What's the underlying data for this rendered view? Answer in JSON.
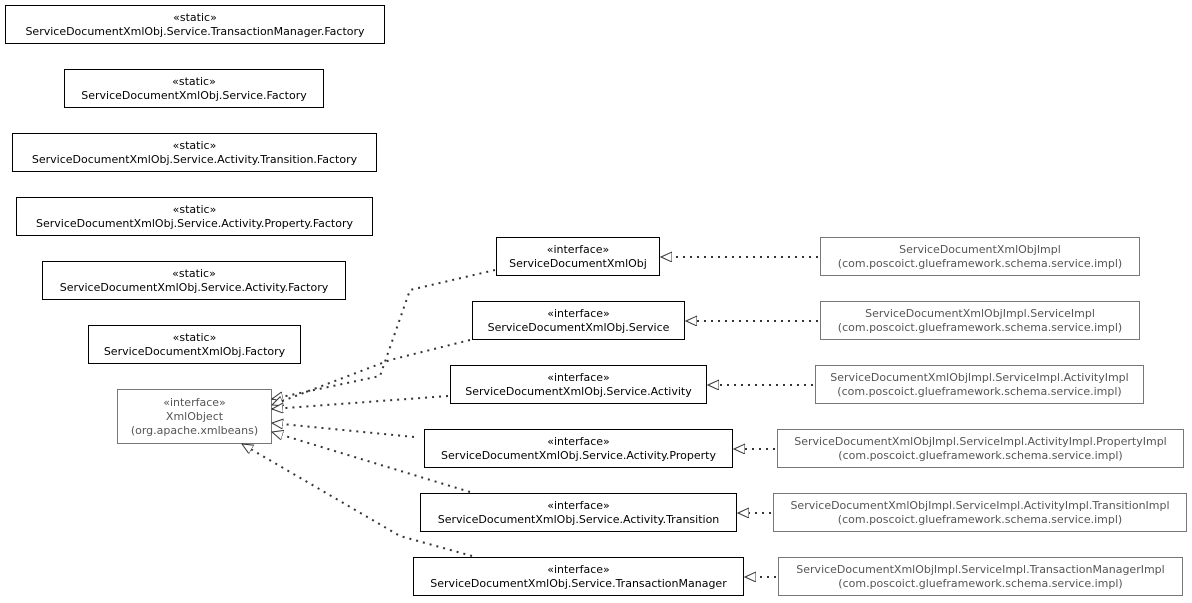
{
  "static_classes": [
    {
      "stereotype": "«static»",
      "name": "ServiceDocumentXmlObj.Service.TransactionManager.Factory"
    },
    {
      "stereotype": "«static»",
      "name": "ServiceDocumentXmlObj.Service.Factory"
    },
    {
      "stereotype": "«static»",
      "name": "ServiceDocumentXmlObj.Service.Activity.Transition.Factory"
    },
    {
      "stereotype": "«static»",
      "name": "ServiceDocumentXmlObj.Service.Activity.Property.Factory"
    },
    {
      "stereotype": "«static»",
      "name": "ServiceDocumentXmlObj.Service.Activity.Factory"
    },
    {
      "stereotype": "«static»",
      "name": "ServiceDocumentXmlObj.Factory"
    }
  ],
  "xmlobject": {
    "stereotype": "«interface»",
    "name": "XmlObject",
    "package": "(org.apache.xmlbeans)"
  },
  "interfaces": [
    {
      "stereotype": "«interface»",
      "name": "ServiceDocumentXmlObj"
    },
    {
      "stereotype": "«interface»",
      "name": "ServiceDocumentXmlObj.Service"
    },
    {
      "stereotype": "«interface»",
      "name": "ServiceDocumentXmlObj.Service.Activity"
    },
    {
      "stereotype": "«interface»",
      "name": "ServiceDocumentXmlObj.Service.Activity.Property"
    },
    {
      "stereotype": "«interface»",
      "name": "ServiceDocumentXmlObj.Service.Activity.Transition"
    },
    {
      "stereotype": "«interface»",
      "name": "ServiceDocumentXmlObj.Service.TransactionManager"
    }
  ],
  "implementations": [
    {
      "name": "ServiceDocumentXmlObjImpl",
      "package": "(com.poscoict.glueframework.schema.service.impl)"
    },
    {
      "name": "ServiceDocumentXmlObjImpl.ServiceImpl",
      "package": "(com.poscoict.glueframework.schema.service.impl)"
    },
    {
      "name": "ServiceDocumentXmlObjImpl.ServiceImpl.ActivityImpl",
      "package": "(com.poscoict.glueframework.schema.service.impl)"
    },
    {
      "name": "ServiceDocumentXmlObjImpl.ServiceImpl.ActivityImpl.PropertyImpl",
      "package": "(com.poscoict.glueframework.schema.service.impl)"
    },
    {
      "name": "ServiceDocumentXmlObjImpl.ServiceImpl.ActivityImpl.TransitionImpl",
      "package": "(com.poscoict.glueframework.schema.service.impl)"
    },
    {
      "name": "ServiceDocumentXmlObjImpl.ServiceImpl.TransactionManagerImpl",
      "package": "(com.poscoict.glueframework.schema.service.impl)"
    }
  ],
  "colors": {
    "border": "#000000",
    "external_border": "#777777",
    "external_text": "#555555",
    "edge": "#333333"
  }
}
